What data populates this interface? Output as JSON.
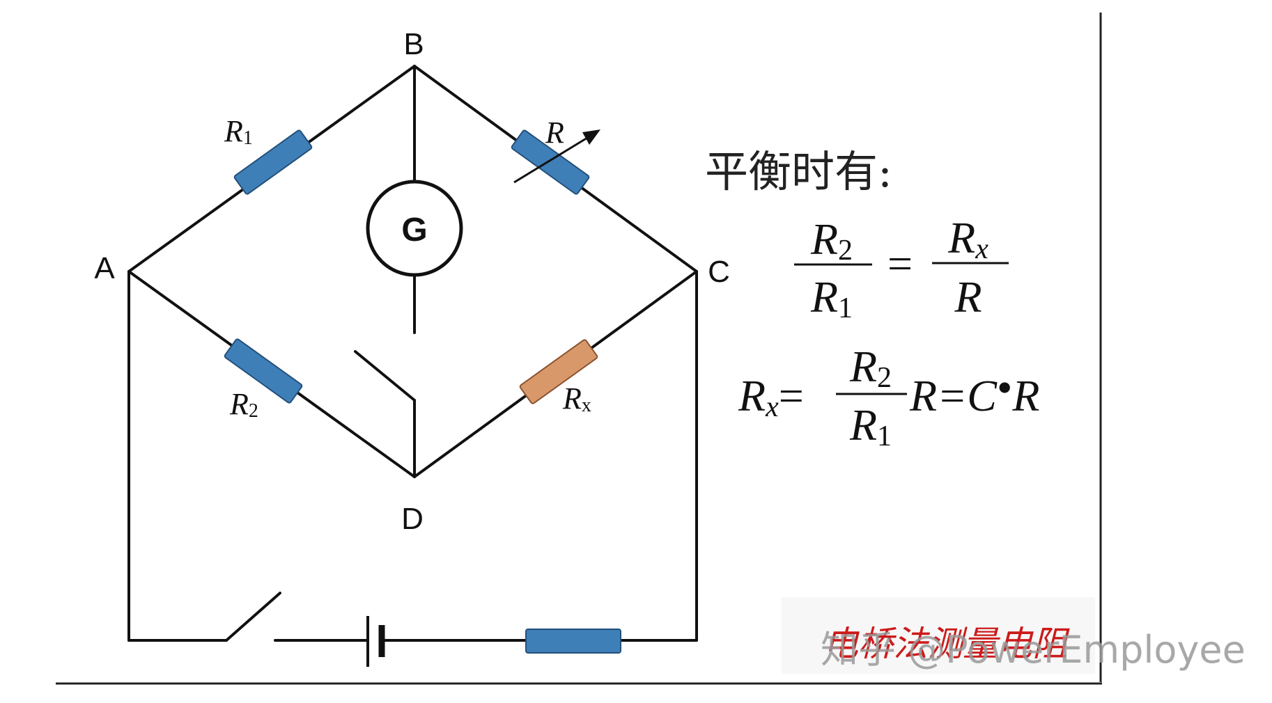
{
  "nodes": {
    "a": "A",
    "b": "B",
    "c": "C",
    "d": "D"
  },
  "resistors": {
    "r1": {
      "main": "R",
      "sub": "1"
    },
    "r": {
      "main": "R"
    },
    "r2": {
      "main": "R",
      "sub": "2"
    },
    "rx": {
      "main": "R",
      "sub": "x"
    }
  },
  "galvanometer": "G",
  "formula": {
    "heading": "平衡时有:",
    "eq1": {
      "lhs_num": "R",
      "lhs_num_sub": "2",
      "lhs_den": "R",
      "lhs_den_sub": "1",
      "equals": "=",
      "rhs_num": "R",
      "rhs_num_sub": "x",
      "rhs_den": "R"
    },
    "eq2": {
      "lhs": "R",
      "lhs_sub": "x",
      "equals": "=",
      "num": "R",
      "num_sub": "2",
      "den": "R",
      "den_sub": "1",
      "tail": "R=C",
      "dot": "•",
      "tail2": "R"
    }
  },
  "caption": "电桥法测量电阻",
  "watermark": "知乎 @PowerEmployee",
  "colors": {
    "resistor_blue": "#3f7fb8",
    "resistor_blue_edge": "#23507a",
    "resistor_tan": "#d9986a",
    "resistor_tan_edge": "#8a5230",
    "caption_red": "#cc1a1a"
  }
}
